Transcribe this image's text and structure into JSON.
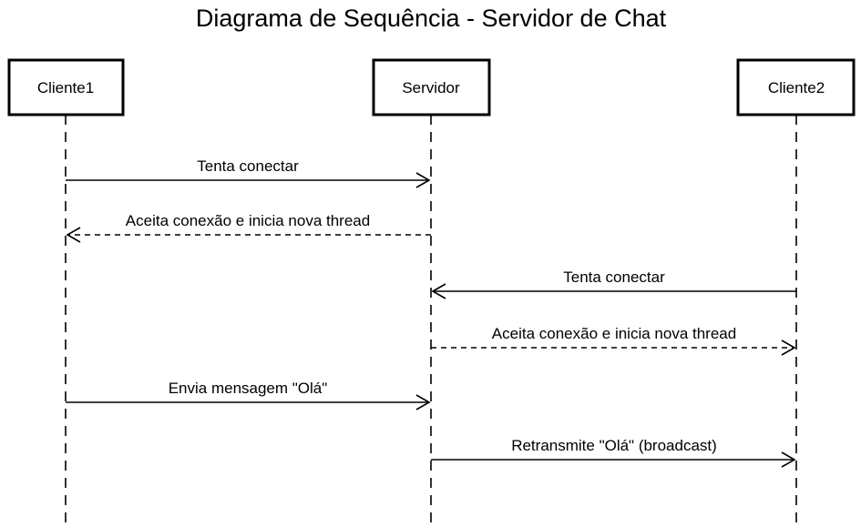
{
  "title": "Diagrama de Sequência - Servidor de Chat",
  "participants": [
    {
      "id": "cliente1",
      "label": "Cliente1"
    },
    {
      "id": "servidor",
      "label": "Servidor"
    },
    {
      "id": "cliente2",
      "label": "Cliente2"
    }
  ],
  "messages": [
    {
      "from": "cliente1",
      "to": "servidor",
      "label": "Tenta conectar",
      "style": "solid"
    },
    {
      "from": "servidor",
      "to": "cliente1",
      "label": "Aceita conexão e inicia nova thread",
      "style": "dashed"
    },
    {
      "from": "cliente2",
      "to": "servidor",
      "label": "Tenta conectar",
      "style": "solid"
    },
    {
      "from": "servidor",
      "to": "cliente2",
      "label": "Aceita conexão e inicia nova thread",
      "style": "dashed"
    },
    {
      "from": "cliente1",
      "to": "servidor",
      "label": "Envia mensagem \"Olá\"",
      "style": "solid"
    },
    {
      "from": "servidor",
      "to": "cliente2",
      "label": "Retransmite \"Olá\" (broadcast)",
      "style": "solid"
    }
  ]
}
